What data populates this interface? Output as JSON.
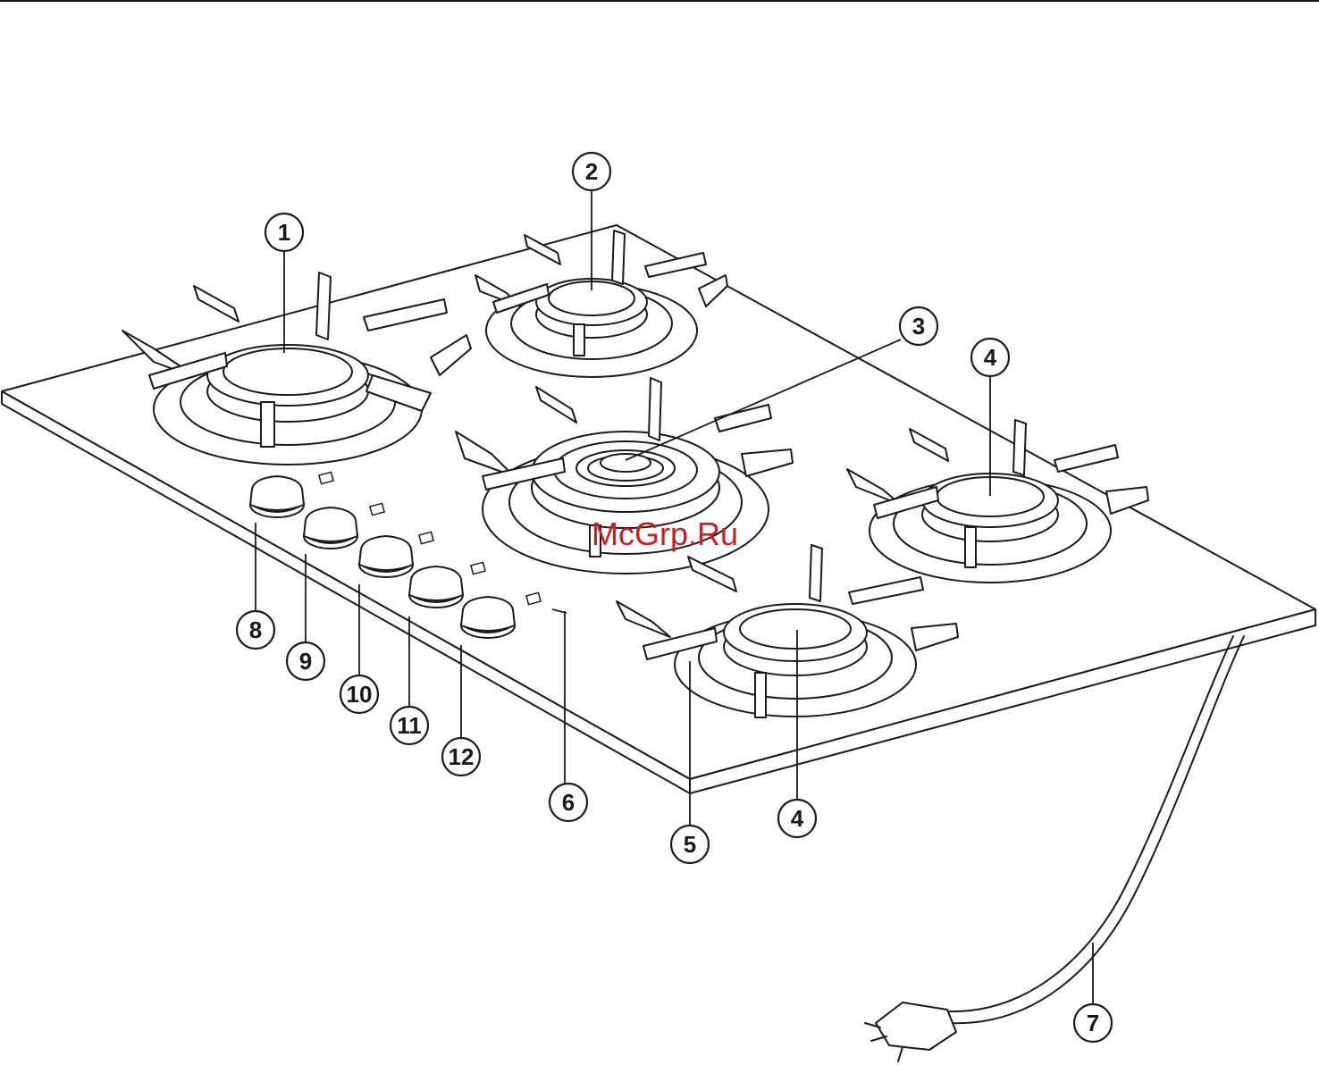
{
  "callouts": [
    {
      "id": "c1",
      "label": "1"
    },
    {
      "id": "c2",
      "label": "2"
    },
    {
      "id": "c3",
      "label": "3"
    },
    {
      "id": "c4a",
      "label": "4"
    },
    {
      "id": "c4b",
      "label": "4"
    },
    {
      "id": "c5",
      "label": "5"
    },
    {
      "id": "c6",
      "label": "6"
    },
    {
      "id": "c7",
      "label": "7"
    },
    {
      "id": "c8",
      "label": "8"
    },
    {
      "id": "c9",
      "label": "9"
    },
    {
      "id": "c10",
      "label": "10"
    },
    {
      "id": "c11",
      "label": "11"
    },
    {
      "id": "c12",
      "label": "12"
    }
  ],
  "watermark": "McGrp.Ru",
  "colors": {
    "line": "#1a1a1a",
    "watermark": "#cc1f1f"
  }
}
